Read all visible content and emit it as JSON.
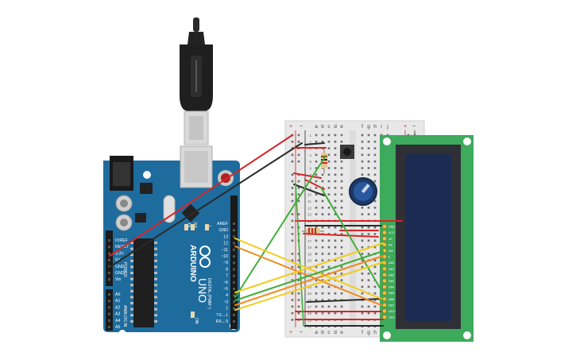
{
  "arduino": {
    "brand": "ARDUINO",
    "model": "UNO",
    "digital_header_label": "DIGITAL (PWM~)",
    "power_header_label": "POWER",
    "analog_header_label": "ANALOG IN",
    "tx_led": "TX",
    "rx_led": "RX",
    "l_led": "L",
    "on_led": "ON",
    "digital_pins": [
      "AREF",
      "GND",
      "13",
      "12",
      "~11",
      "~10",
      "~9",
      "8",
      "7",
      "~6",
      "~5",
      "4",
      "~3",
      "2",
      "TX→1",
      "RX←0"
    ],
    "power_pins": [
      "IOREF",
      "RESET",
      "3.3V",
      "5V",
      "GND",
      "GND",
      "Vin"
    ],
    "analog_pins": [
      "A0",
      "A1",
      "A2",
      "A3",
      "A4",
      "A5"
    ]
  },
  "breadboard": {
    "columns_left": [
      "a",
      "b",
      "c",
      "d",
      "e"
    ],
    "columns_right": [
      "f",
      "g",
      "h",
      "i",
      "j"
    ],
    "rail_plus": "+",
    "rail_minus": "−",
    "row_numbers": [
      "1",
      "2",
      "3",
      "4",
      "5",
      "6",
      "7",
      "8",
      "9",
      "10",
      "11",
      "12",
      "13",
      "14",
      "15",
      "16",
      "17",
      "18",
      "19",
      "20",
      "21",
      "22",
      "23",
      "24",
      "25",
      "26",
      "27",
      "28",
      "29",
      "30"
    ]
  },
  "lcd": {
    "pins": [
      "GND",
      "VCC",
      "V0",
      "RS",
      "RW",
      "E",
      "DB0",
      "DB1",
      "DB2",
      "DB3",
      "DB4",
      "DB5",
      "DB6",
      "DB7",
      "LED+",
      "LED−"
    ]
  },
  "colors": {
    "board_blue": "#1e6c9e",
    "lcd_green": "#3daa5c",
    "lcd_screen": "#1b2b52",
    "wire_red": "#d42727",
    "wire_black": "#2a2a2a",
    "wire_green": "#3fae3a",
    "wire_yellow": "#f2cc1d",
    "wire_orange": "#f08a1d"
  }
}
